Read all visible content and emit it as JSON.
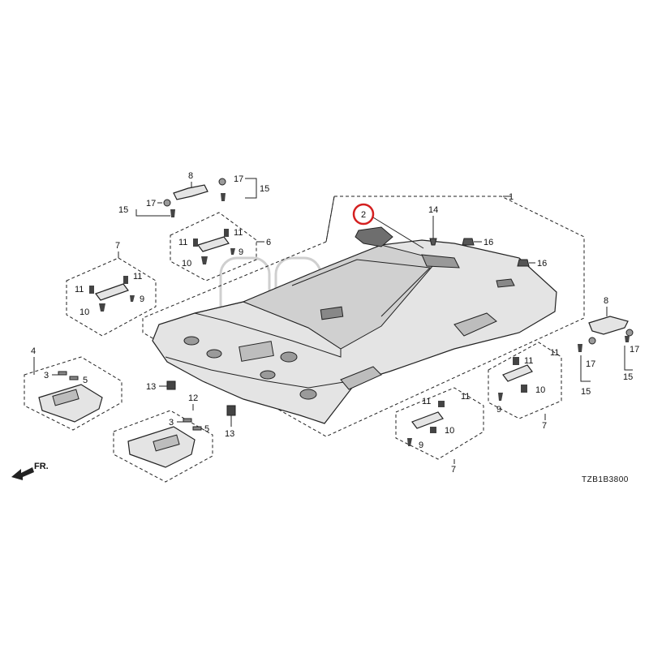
{
  "diagram": {
    "code": "TZB1B3800",
    "front_label": "FR.",
    "highlight_color": "#d42020",
    "highlighted_callout": "2",
    "callouts": {
      "c1": "1",
      "c2": "2",
      "c14": "14",
      "c16a": "16",
      "c16b": "16",
      "c8_top": "8",
      "c17_top_left": "17",
      "c15_top_left": "15",
      "c17_top_right": "17",
      "c15_top_right": "15",
      "c6": "6",
      "c11_g6_a": "11",
      "c11_g6_b": "11",
      "c10_g6": "10",
      "c9_g6": "9",
      "c7_left": "7",
      "c11_g7l_a": "11",
      "c11_g7l_b": "11",
      "c10_g7l": "10",
      "c9_g7l": "9",
      "c4": "4",
      "c3_g4": "3",
      "c5_g4": "5",
      "c12": "12",
      "c3_g12": "3",
      "c5_g12": "5",
      "c13_a": "13",
      "c13_b": "13",
      "c7_mid": "7",
      "c11_g7m_a": "11",
      "c11_g7m_b": "11",
      "c10_g7m": "10",
      "c9_g7m": "9",
      "c7_right": "7",
      "c11_g7r_a": "11",
      "c11_g7r_b": "11",
      "c10_g7r": "10",
      "c9_g7r": "9",
      "c8_right": "8",
      "c17_right_a": "17",
      "c15_right_a": "15",
      "c17_right_b": "17",
      "c15_right_b": "15"
    }
  }
}
